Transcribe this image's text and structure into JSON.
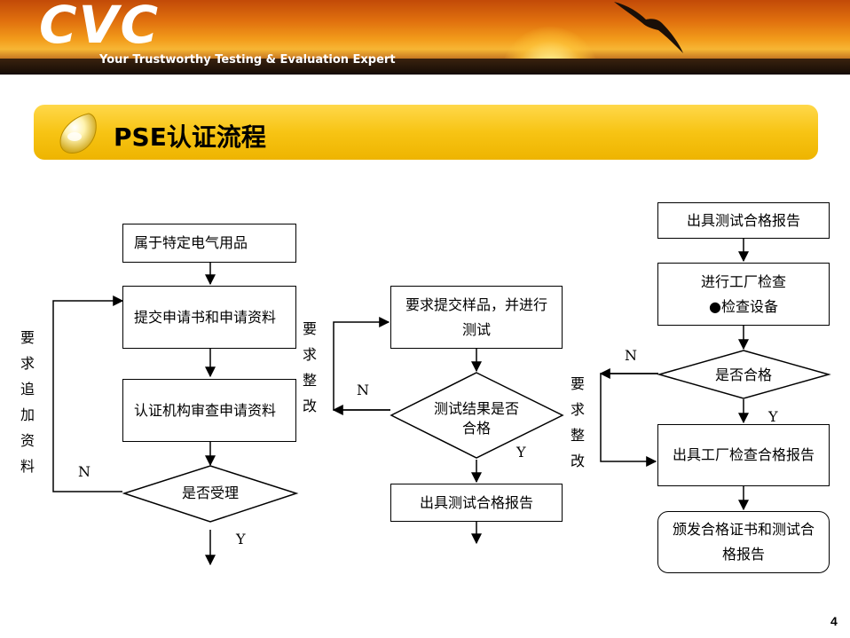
{
  "header": {
    "logo": "CVC",
    "tagline": "Your Trustworthy Testing & Evaluation Expert"
  },
  "title": "PSE认证流程",
  "col1": {
    "box1": "属于特定电气用品",
    "box2": "提交申请书和申请资料",
    "box3": "认证机构审查申请资料",
    "decision": "是否受理",
    "n_label": "N",
    "y_label": "Y",
    "side_label": "要求追加资料",
    "fix_label": "要求整改"
  },
  "col2": {
    "box1": "要求提交样品，并进行测试",
    "decision": "测试结果是否合格",
    "n_label": "N",
    "y_label": "Y",
    "box2": "出具测试合格报告",
    "fix_label": "要求整改"
  },
  "col3": {
    "box1": "出具测试合格报告",
    "box2_line1": "进行工厂检查",
    "box2_line2": "●检查设备",
    "decision": "是否合格",
    "n_label": "N",
    "y_label": "Y",
    "box3": "出具工厂检查合格报告",
    "box4": "颁发合格证书和测试合格报告"
  },
  "page_number": "4"
}
